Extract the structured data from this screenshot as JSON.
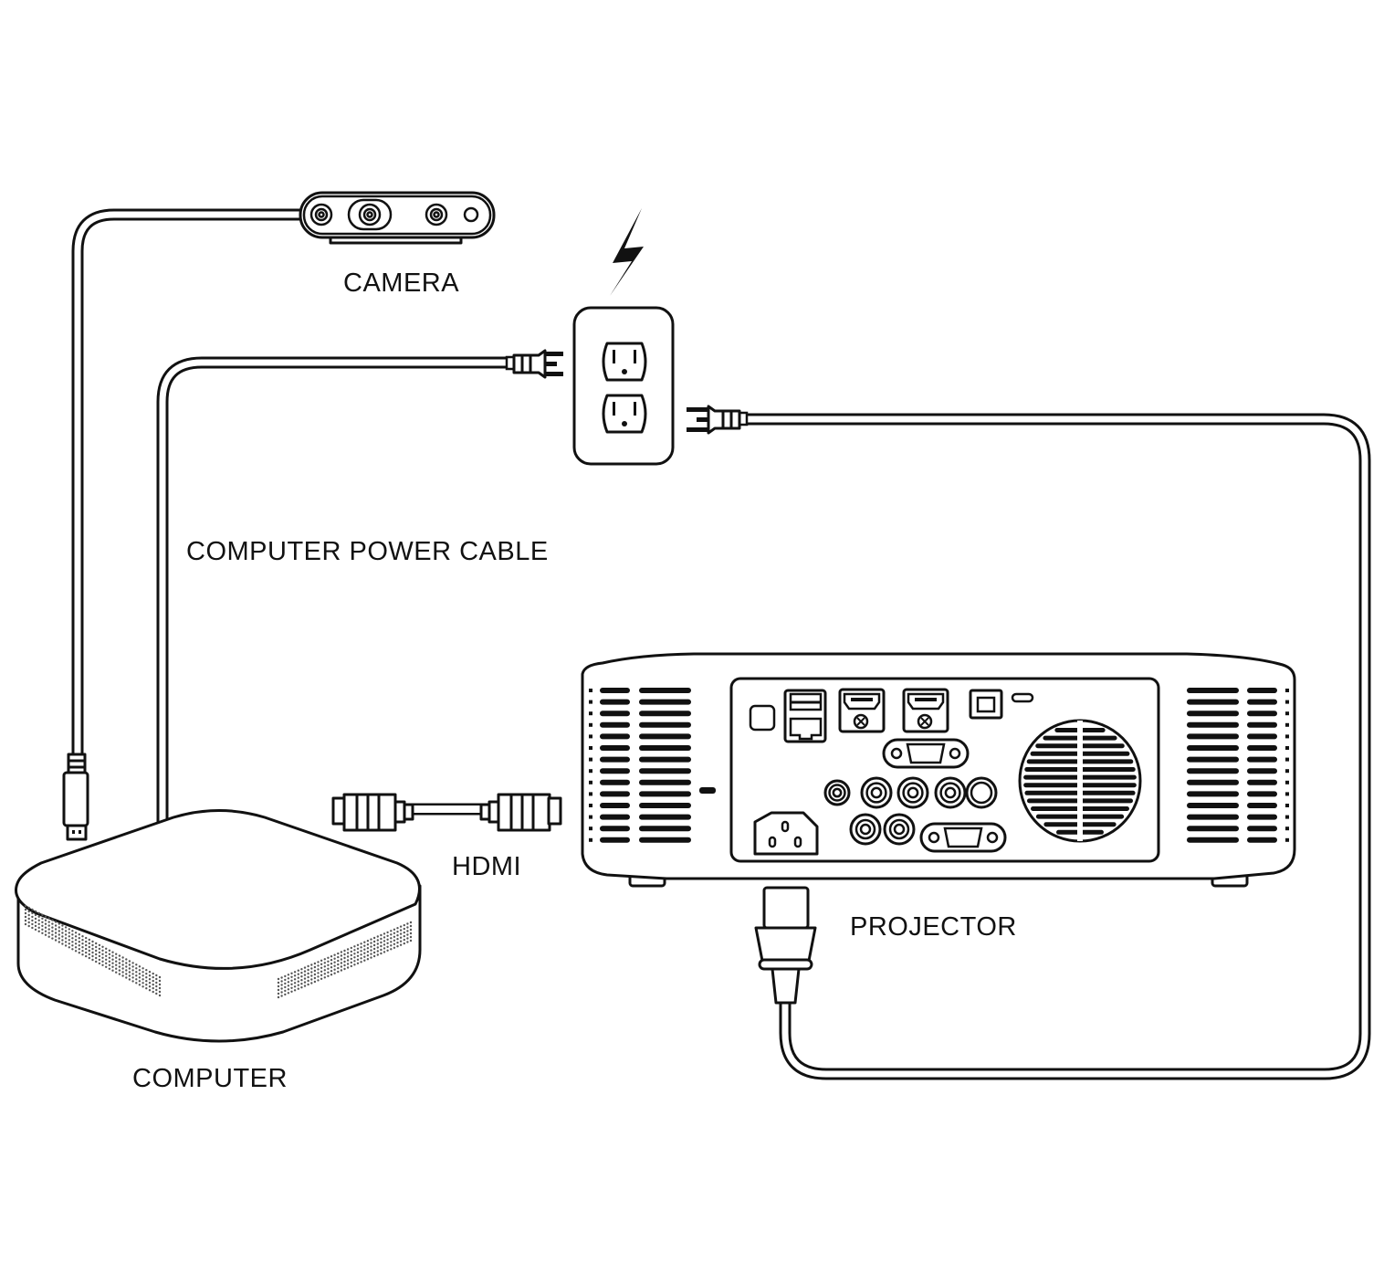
{
  "labels": {
    "camera": "CAMERA",
    "computer_power_cable": "COMPUTER POWER CABLE",
    "hdmi": "HDMI",
    "projector": "PROJECTOR",
    "computer": "COMPUTER"
  },
  "colors": {
    "line": "#111111",
    "background": "#ffffff"
  },
  "icons": [
    "lightning-bolt-icon",
    "wall-outlet-icon",
    "power-plug-icon",
    "usb-plug-icon",
    "iec-plug-icon"
  ]
}
